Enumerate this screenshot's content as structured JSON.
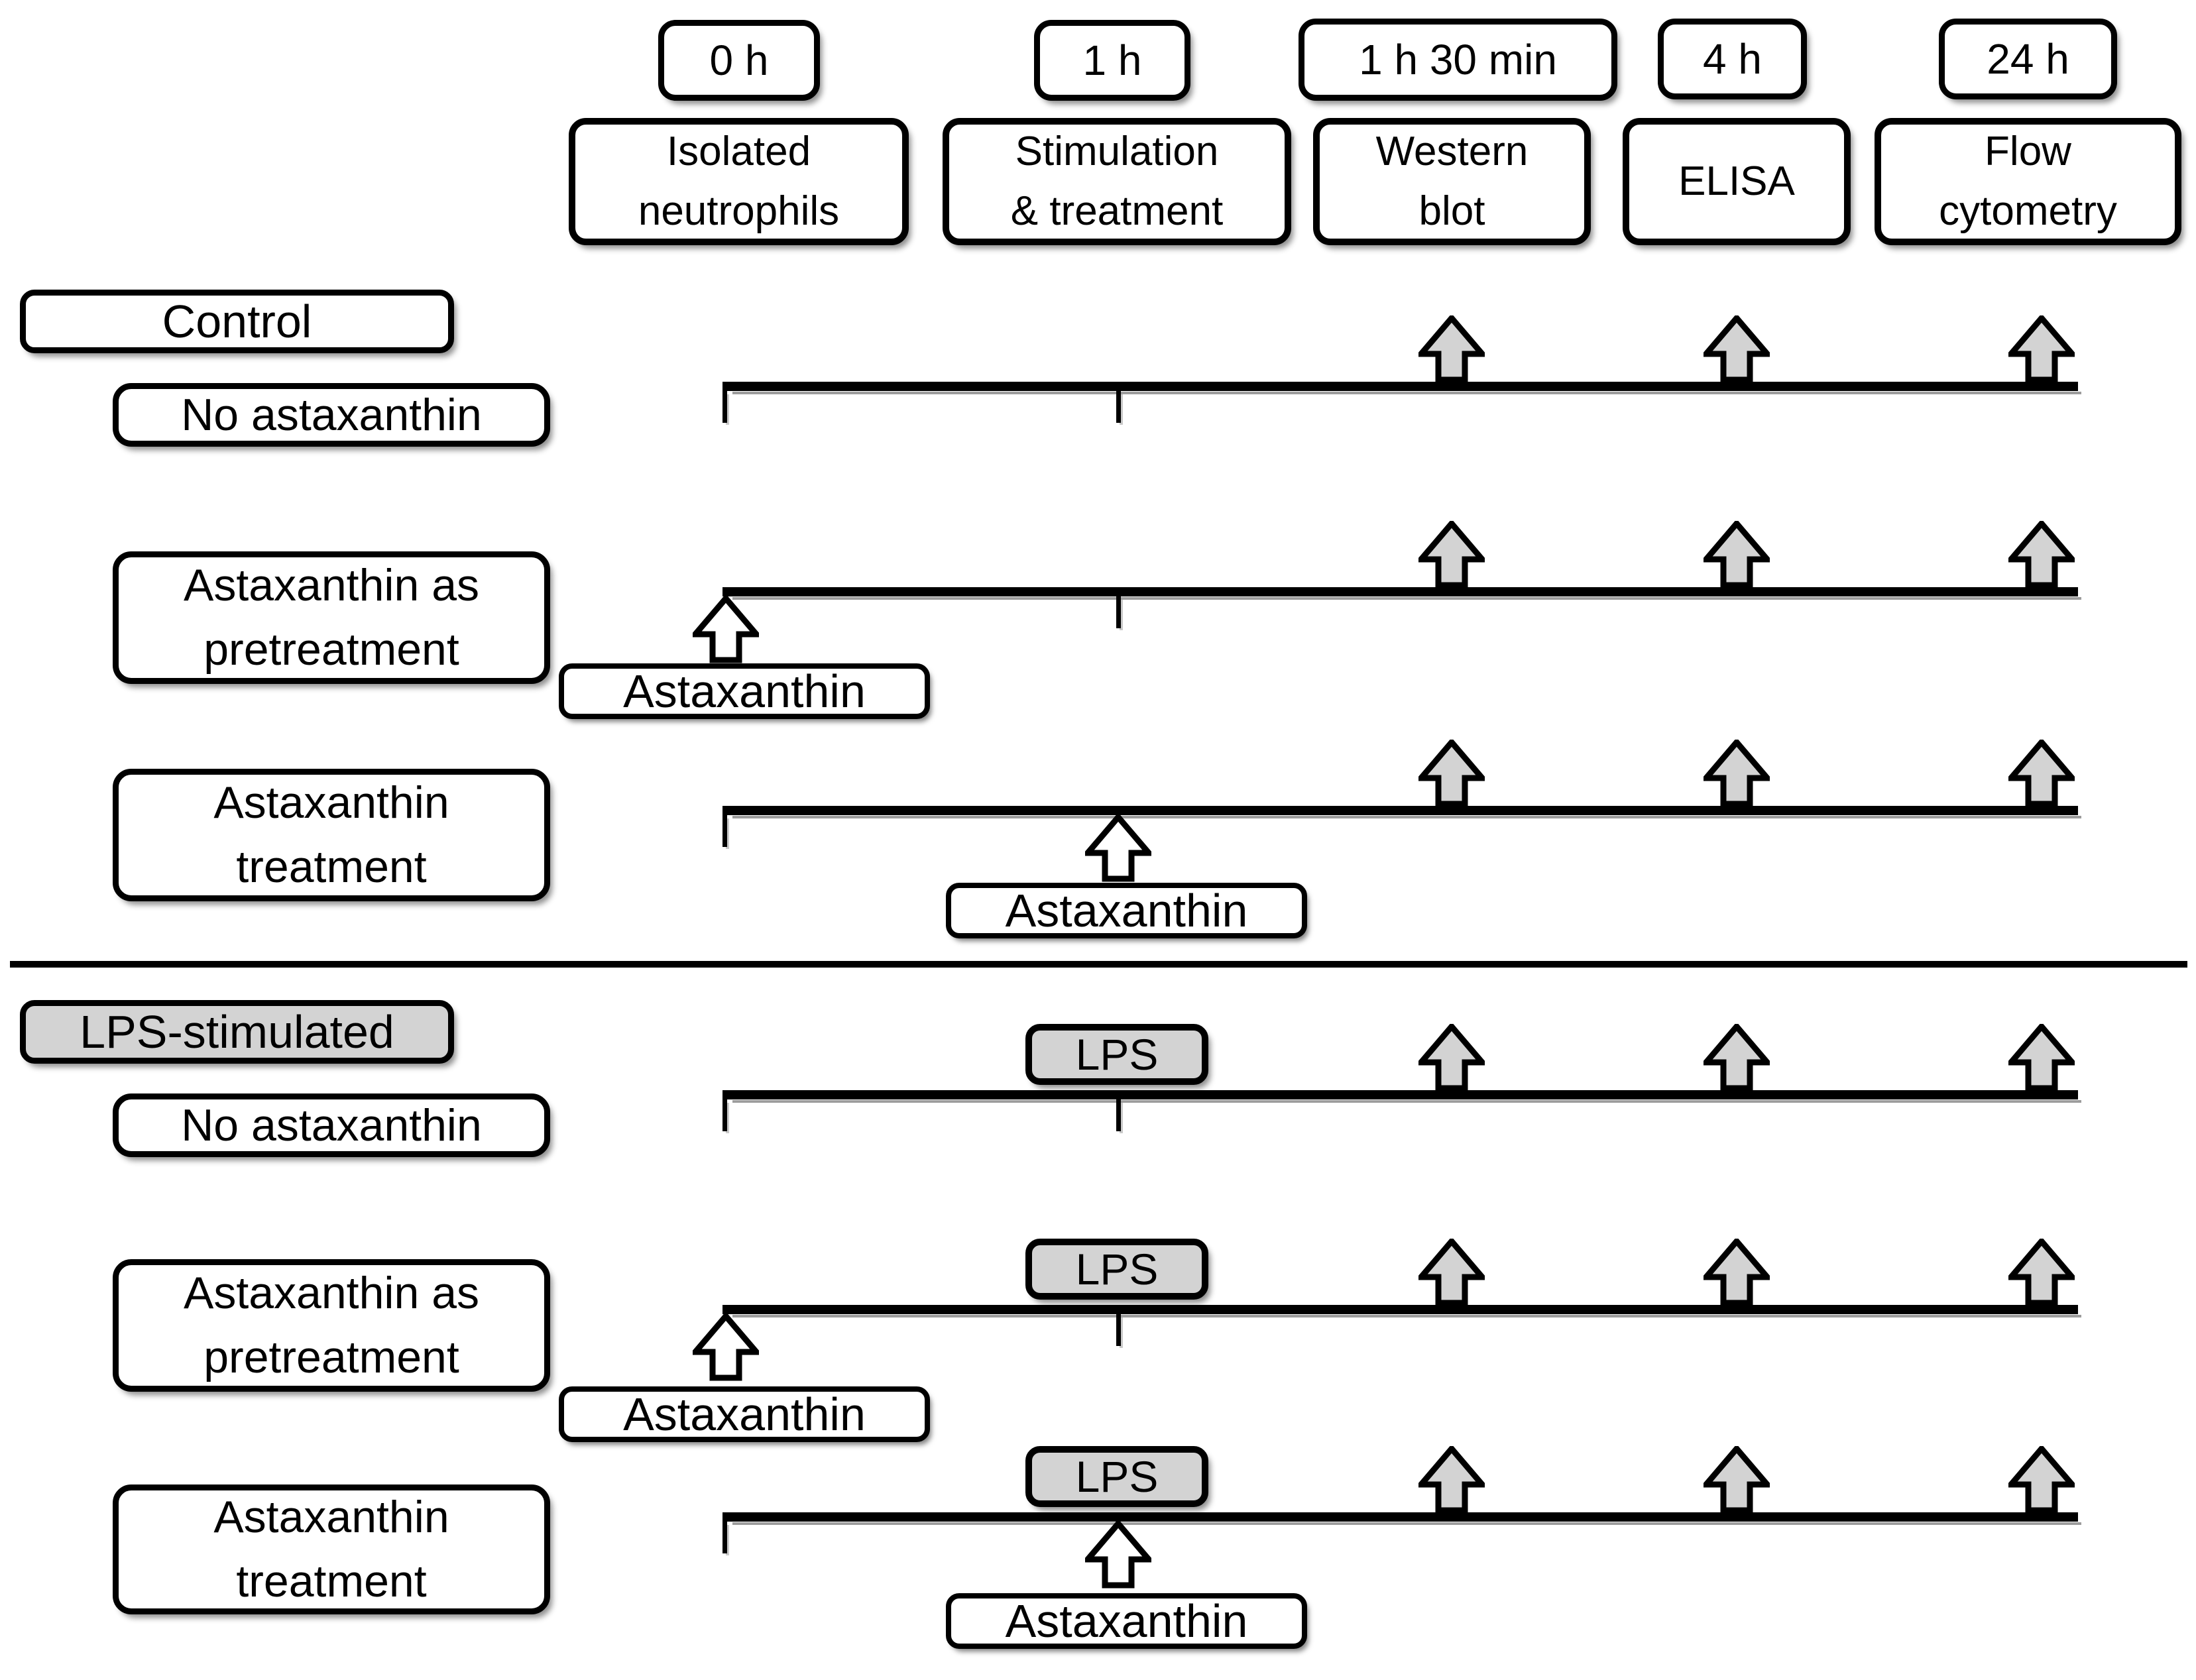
{
  "figure": {
    "description": "Experimental design timeline for neutrophil astaxanthin / LPS treatments",
    "colors": {
      "black": "#000000",
      "white": "#ffffff",
      "gray_fill": "#d3d3d3"
    },
    "header": {
      "times": [
        {
          "label": "0 h"
        },
        {
          "label": "1 h"
        },
        {
          "label": "1 h 30 min"
        },
        {
          "label": "4 h"
        },
        {
          "label": "24 h"
        }
      ],
      "stages": [
        {
          "label": "Isolated\nneutrophils"
        },
        {
          "label": "Stimulation\n& treatment"
        },
        {
          "label": "Western\nblot"
        },
        {
          "label": "ELISA"
        },
        {
          "label": "Flow\ncytometry"
        }
      ]
    },
    "sections": [
      {
        "label": "Control",
        "rows": [
          {
            "label": "No astaxanthin"
          },
          {
            "label": "Astaxanthin as\npretreatment"
          },
          {
            "label": "Astaxanthin\ntreatment"
          }
        ]
      },
      {
        "label": "LPS-stimulated",
        "rows": [
          {
            "label": "No astaxanthin"
          },
          {
            "label": "Astaxanthin as\npretreatment"
          },
          {
            "label": "Astaxanthin\ntreatment"
          }
        ]
      }
    ],
    "annotations": {
      "astaxanthin": "Astaxanthin",
      "lps": "LPS"
    },
    "measurement_timepoints": [
      "1 h 30 min",
      "4 h",
      "24 h"
    ]
  }
}
